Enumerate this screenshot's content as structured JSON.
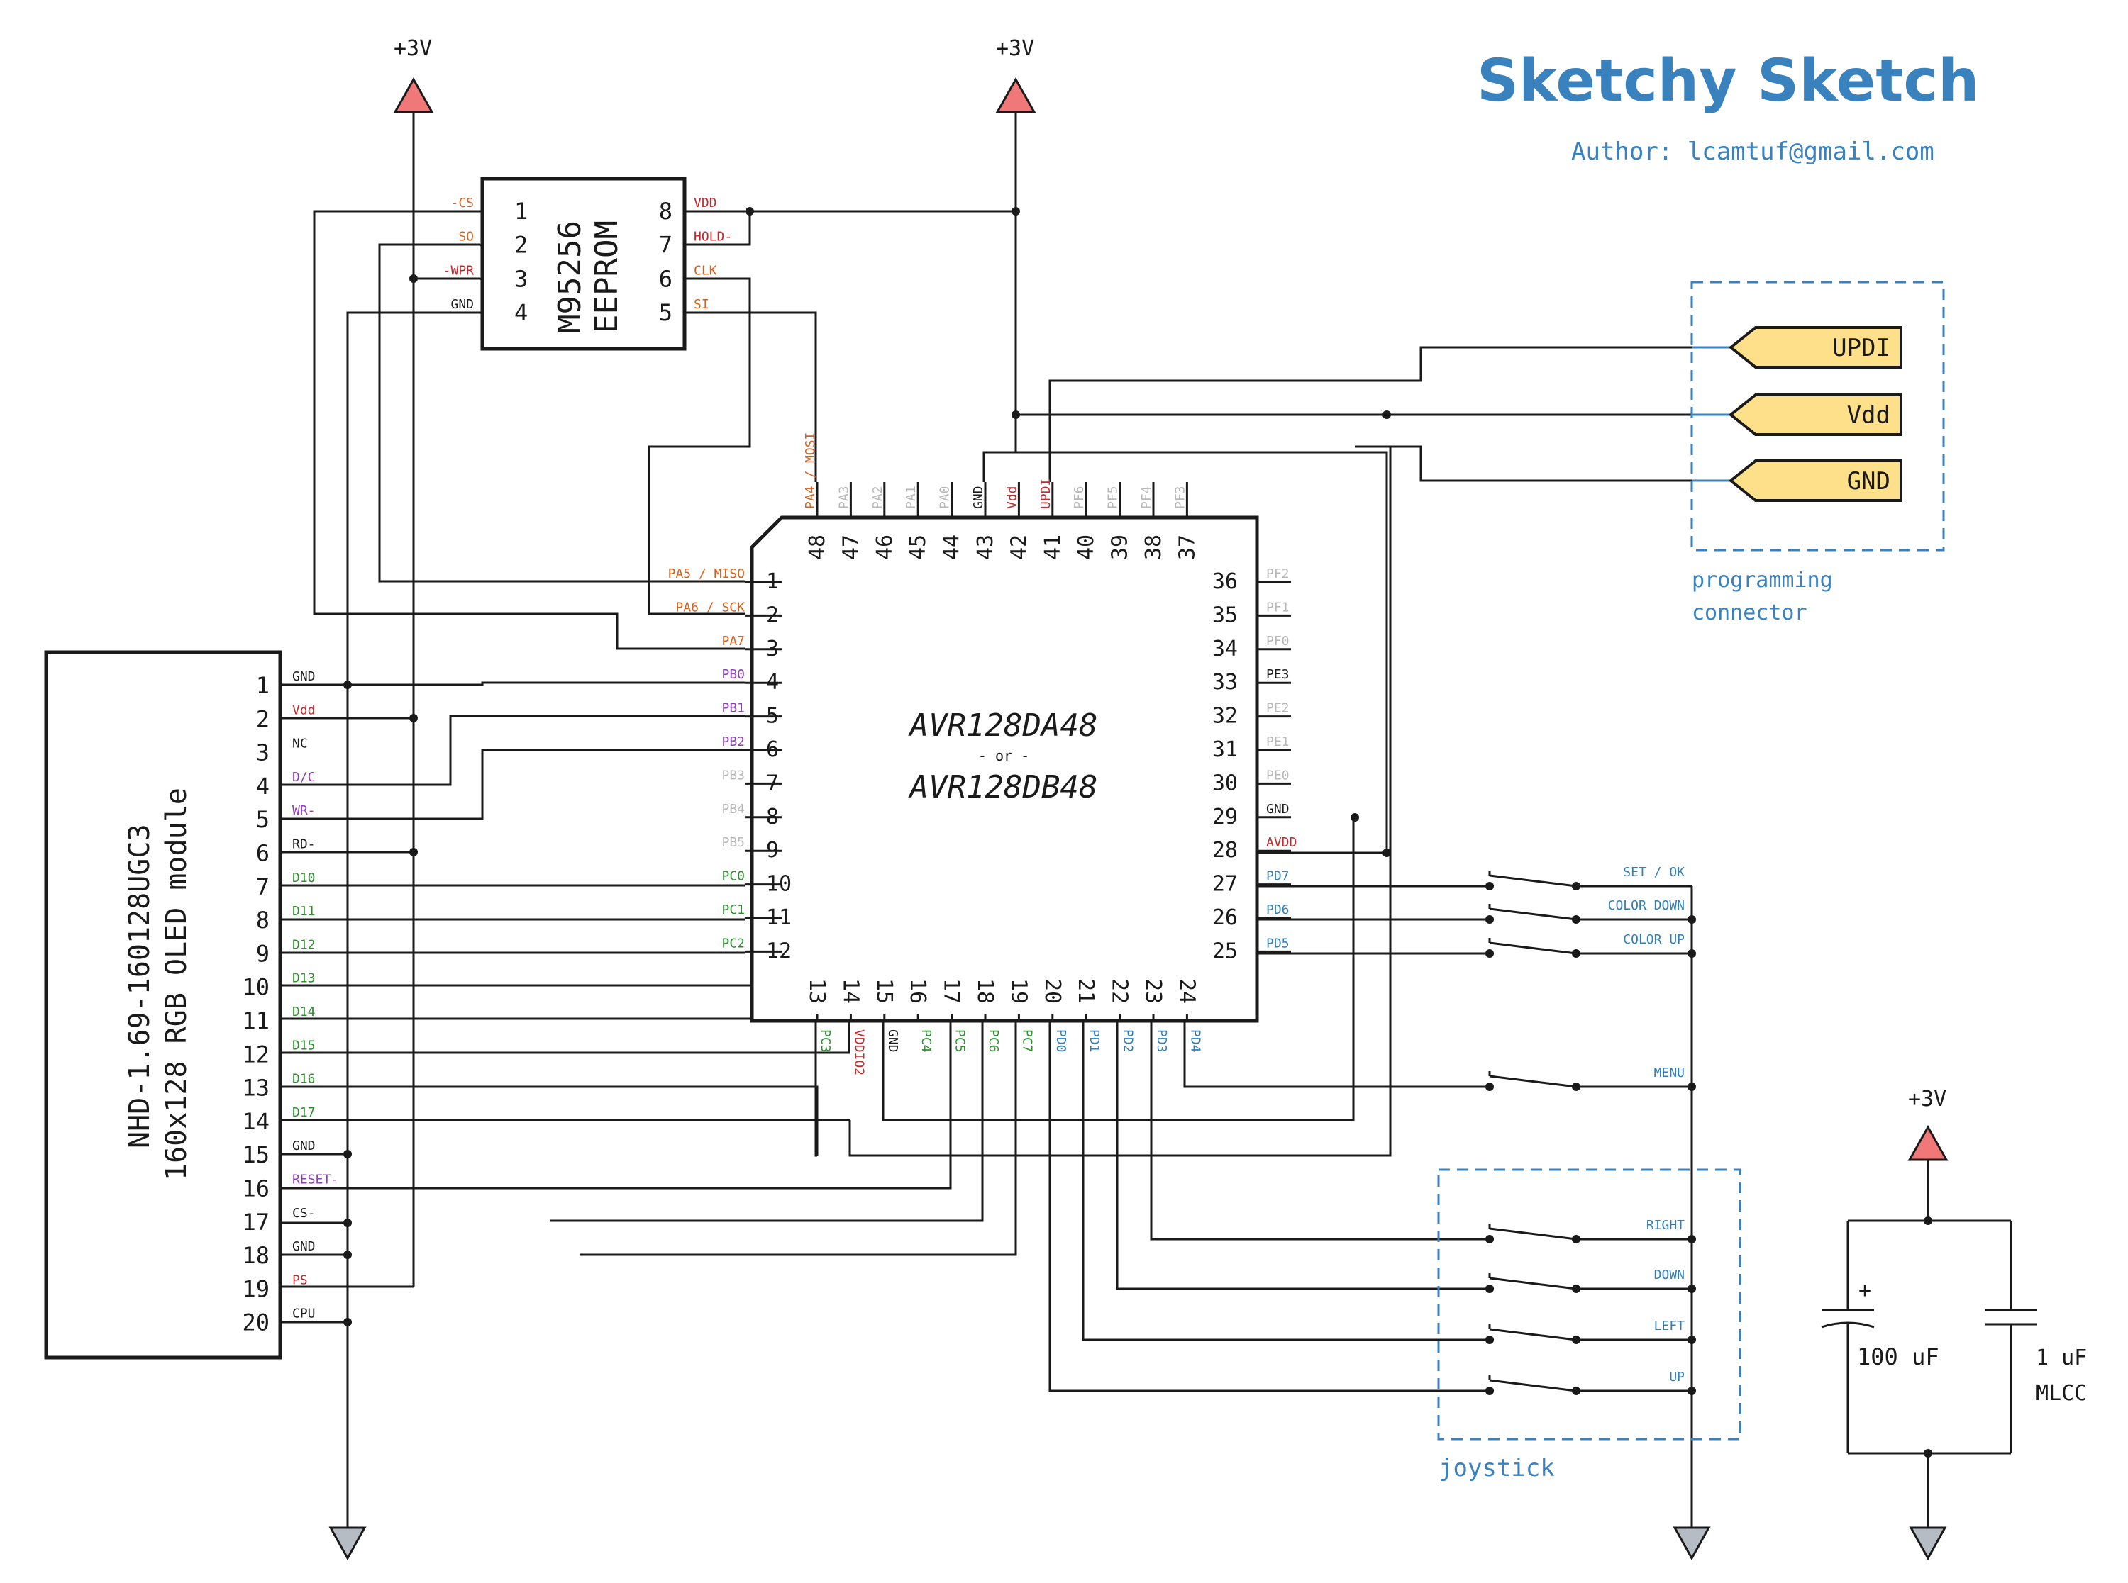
{
  "header": {
    "title": "Sketchy Sketch",
    "author": "Author: lcamtuf@gmail.com"
  },
  "colors": {
    "ink": "#1a1a1a",
    "accent_blue": "#3a82bd",
    "pin_orange": "#d9611c",
    "pin_red": "#c8282a",
    "pin_purple": "#8e3fb3",
    "pin_green": "#2f8f2f",
    "pin_blue": "#2f7fb8",
    "pin_gray": "#b8b8b8",
    "power_fill": "#f07878",
    "ground_fill": "#b5bcc4",
    "connector_fill": "#ffe08a"
  },
  "power": {
    "supply_label": "+3V"
  },
  "mcu": {
    "name_a": "AVR128DA48",
    "or_text": "- or -",
    "name_b": "AVR128DB48",
    "left_pins": [
      {
        "num": "1",
        "label": "PA5 / MISO",
        "color": "orange"
      },
      {
        "num": "2",
        "label": "PA6 / SCK",
        "color": "orange"
      },
      {
        "num": "3",
        "label": "PA7",
        "color": "orange"
      },
      {
        "num": "4",
        "label": "PB0",
        "color": "purple"
      },
      {
        "num": "5",
        "label": "PB1",
        "color": "purple"
      },
      {
        "num": "6",
        "label": "PB2",
        "color": "purple"
      },
      {
        "num": "7",
        "label": "PB3",
        "color": "gray"
      },
      {
        "num": "8",
        "label": "PB4",
        "color": "gray"
      },
      {
        "num": "9",
        "label": "PB5",
        "color": "gray"
      },
      {
        "num": "10",
        "label": "PC0",
        "color": "green"
      },
      {
        "num": "11",
        "label": "PC1",
        "color": "green"
      },
      {
        "num": "12",
        "label": "PC2",
        "color": "green"
      }
    ],
    "right_pins": [
      {
        "num": "36",
        "label": "PF2",
        "color": "gray"
      },
      {
        "num": "35",
        "label": "PF1",
        "color": "gray"
      },
      {
        "num": "34",
        "label": "PF0",
        "color": "gray"
      },
      {
        "num": "33",
        "label": "PE3",
        "color": "ink"
      },
      {
        "num": "32",
        "label": "PE2",
        "color": "gray"
      },
      {
        "num": "31",
        "label": "PE1",
        "color": "gray"
      },
      {
        "num": "30",
        "label": "PE0",
        "color": "gray"
      },
      {
        "num": "29",
        "label": "GND",
        "color": "ink"
      },
      {
        "num": "28",
        "label": "AVDD",
        "color": "red"
      },
      {
        "num": "27",
        "label": "PD7",
        "color": "blue"
      },
      {
        "num": "26",
        "label": "PD6",
        "color": "blue"
      },
      {
        "num": "25",
        "label": "PD5",
        "color": "blue"
      }
    ],
    "top_pins": [
      {
        "num": "48",
        "label": "PA4 / MOSI",
        "color": "orange"
      },
      {
        "num": "47",
        "label": "PA3",
        "color": "gray"
      },
      {
        "num": "46",
        "label": "PA2",
        "color": "gray"
      },
      {
        "num": "45",
        "label": "PA1",
        "color": "gray"
      },
      {
        "num": "44",
        "label": "PA0",
        "color": "gray"
      },
      {
        "num": "43",
        "label": "GND",
        "color": "ink"
      },
      {
        "num": "42",
        "label": "Vdd",
        "color": "red"
      },
      {
        "num": "41",
        "label": "UPDI",
        "color": "red"
      },
      {
        "num": "40",
        "label": "PF6",
        "color": "gray"
      },
      {
        "num": "39",
        "label": "PF5",
        "color": "gray"
      },
      {
        "num": "38",
        "label": "PF4",
        "color": "gray"
      },
      {
        "num": "37",
        "label": "PF3",
        "color": "gray"
      }
    ],
    "bottom_pins": [
      {
        "num": "13",
        "label": "PC3",
        "color": "green"
      },
      {
        "num": "14",
        "label": "VDDIO2",
        "color": "red"
      },
      {
        "num": "15",
        "label": "GND",
        "color": "ink"
      },
      {
        "num": "16",
        "label": "PC4",
        "color": "green"
      },
      {
        "num": "17",
        "label": "PC5",
        "color": "green"
      },
      {
        "num": "18",
        "label": "PC6",
        "color": "green"
      },
      {
        "num": "19",
        "label": "PC7",
        "color": "green"
      },
      {
        "num": "20",
        "label": "PD0",
        "color": "blue"
      },
      {
        "num": "21",
        "label": "PD1",
        "color": "blue"
      },
      {
        "num": "22",
        "label": "PD2",
        "color": "blue"
      },
      {
        "num": "23",
        "label": "PD3",
        "color": "blue"
      },
      {
        "num": "24",
        "label": "PD4",
        "color": "blue"
      }
    ]
  },
  "eeprom": {
    "name_a": "M95256",
    "name_b": "EEPROM",
    "left_pins": [
      {
        "num": "1",
        "label": "-CS",
        "color": "orange"
      },
      {
        "num": "2",
        "label": "SO",
        "color": "orange"
      },
      {
        "num": "3",
        "label": "-WPR",
        "color": "red"
      },
      {
        "num": "4",
        "label": "GND",
        "color": "ink"
      }
    ],
    "right_pins": [
      {
        "num": "8",
        "label": "VDD",
        "color": "red"
      },
      {
        "num": "7",
        "label": "HOLD-",
        "color": "red"
      },
      {
        "num": "6",
        "label": "CLK",
        "color": "orange"
      },
      {
        "num": "5",
        "label": "SI",
        "color": "orange"
      }
    ]
  },
  "oled": {
    "name_a": "NHD-1.69-160128UGC3",
    "name_b": "160x128 RGB OLED module",
    "pins": [
      {
        "num": "1",
        "label": "GND",
        "color": "ink"
      },
      {
        "num": "2",
        "label": "Vdd",
        "color": "red"
      },
      {
        "num": "3",
        "label": "NC",
        "color": "ink"
      },
      {
        "num": "4",
        "label": "D/C",
        "color": "purple"
      },
      {
        "num": "5",
        "label": "WR-",
        "color": "purple"
      },
      {
        "num": "6",
        "label": "RD-",
        "color": "ink"
      },
      {
        "num": "7",
        "label": "D10",
        "color": "green"
      },
      {
        "num": "8",
        "label": "D11",
        "color": "green"
      },
      {
        "num": "9",
        "label": "D12",
        "color": "green"
      },
      {
        "num": "10",
        "label": "D13",
        "color": "green"
      },
      {
        "num": "11",
        "label": "D14",
        "color": "green"
      },
      {
        "num": "12",
        "label": "D15",
        "color": "green"
      },
      {
        "num": "13",
        "label": "D16",
        "color": "green"
      },
      {
        "num": "14",
        "label": "D17",
        "color": "green"
      },
      {
        "num": "15",
        "label": "GND",
        "color": "ink"
      },
      {
        "num": "16",
        "label": "RESET-",
        "color": "purple"
      },
      {
        "num": "17",
        "label": "CS-",
        "color": "ink"
      },
      {
        "num": "18",
        "label": "GND",
        "color": "ink"
      },
      {
        "num": "19",
        "label": "PS",
        "color": "red"
      },
      {
        "num": "20",
        "label": "CPU",
        "color": "ink"
      }
    ]
  },
  "programming": {
    "title_a": "programming",
    "title_b": "connector",
    "pins": [
      "UPDI",
      "Vdd",
      "GND"
    ]
  },
  "buttons": [
    {
      "label": "SET / OK"
    },
    {
      "label": "COLOR DOWN"
    },
    {
      "label": "COLOR UP"
    },
    {
      "label": "MENU"
    }
  ],
  "joystick": {
    "title": "joystick",
    "buttons": [
      "RIGHT",
      "DOWN",
      "LEFT",
      "UP"
    ]
  },
  "capacitors": {
    "c1_value": "100 uF",
    "c1_polarity": "+",
    "c2_value": "1 uF",
    "c2_type": "MLCC"
  }
}
